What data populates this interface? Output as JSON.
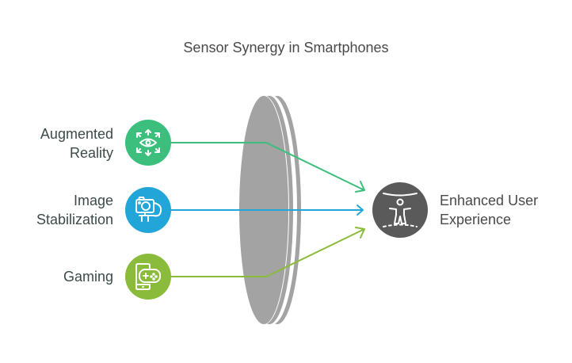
{
  "title": "Sensor Synergy in Smartphones",
  "inputs": [
    {
      "label_line1": "Augmented",
      "label_line2": "Reality",
      "icon": "eye-arrows-icon",
      "color": "#3cbf7c"
    },
    {
      "label_line1": "Image",
      "label_line2": "Stabilization",
      "icon": "camera-gimbal-icon",
      "color": "#22a5d8"
    },
    {
      "label_line1": "Gaming",
      "label_line2": "",
      "icon": "phone-gamepad-icon",
      "color": "#8bbb3a"
    }
  ],
  "lens": {
    "color": "#a3a3a3"
  },
  "output": {
    "label_line1": "Enhanced User",
    "label_line2": "Experience",
    "icon": "person-space-icon",
    "color": "#5a5a5a"
  }
}
